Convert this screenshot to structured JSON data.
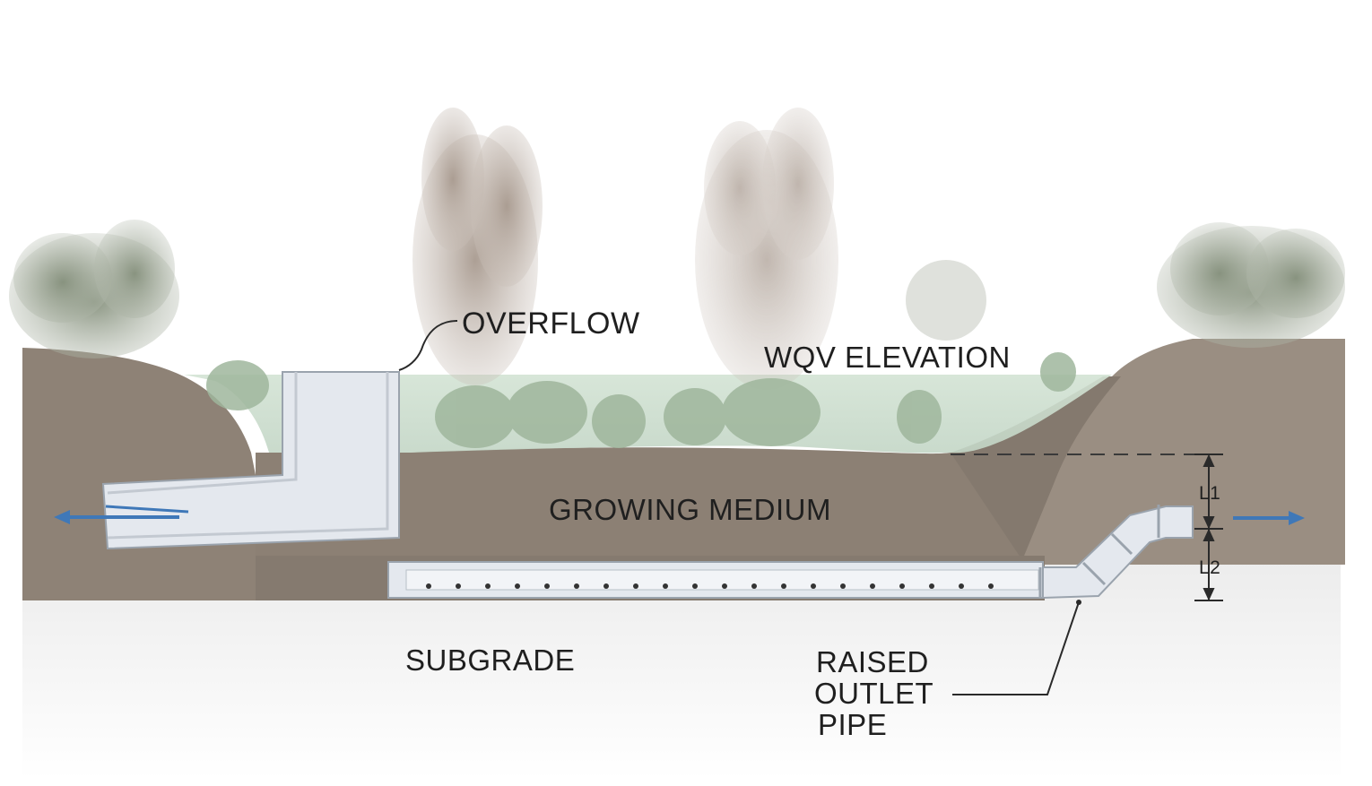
{
  "labels": {
    "overflow": "OVERFLOW",
    "wqv_elevation": "WQV ELEVATION",
    "growing_medium": "GROWING MEDIUM",
    "subgrade": "SUBGRADE",
    "raised_outlet_pipe": [
      "RAISED",
      "OUTLET",
      "PIPE"
    ],
    "l1": "L1",
    "l2": "L2"
  },
  "colors": {
    "soil": "#8e8276",
    "soil_dark": "#7c7166",
    "water": "#cfe0d0",
    "pipe": "#e4e8ee",
    "pipe_edge": "#9aa3ad",
    "flow_arrow": "#3f78b8",
    "subgrade_top": "#ebebeb",
    "foliage": "#8f9a86",
    "grass_plume": "#b3a79c"
  }
}
